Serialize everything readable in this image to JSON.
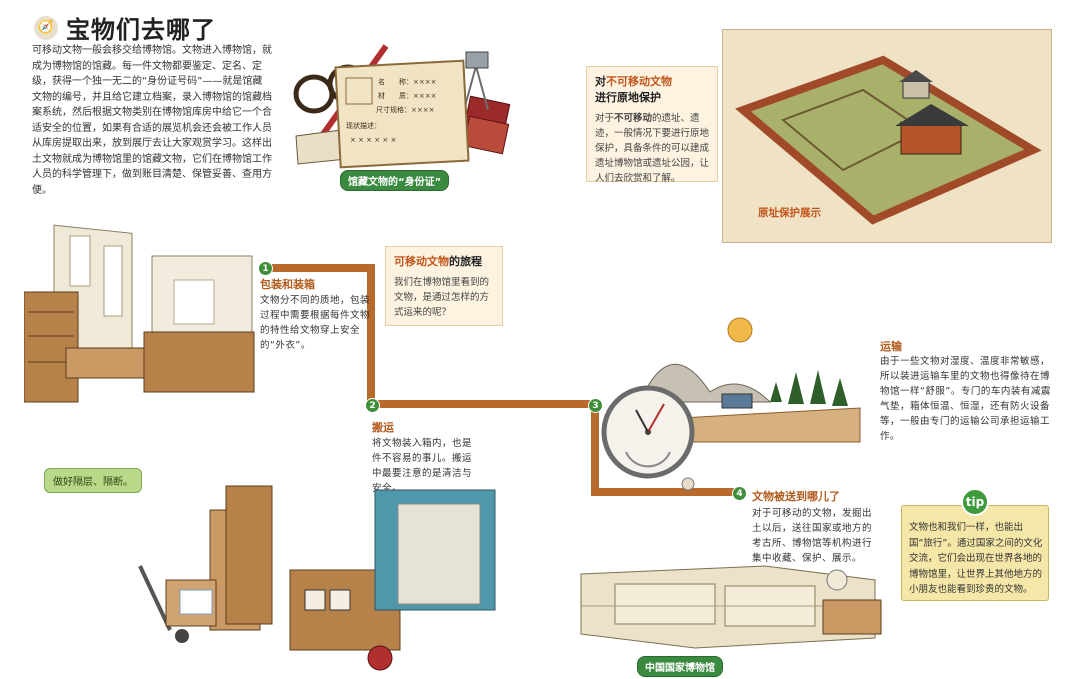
{
  "header": {
    "title": "宝物们去哪了",
    "intro": "可移动文物一般会移交给博物馆。文物进入博物馆，就成为博物馆的馆藏。每一件文物都要鉴定、定名、定级，获得一个独一无二的“身份证号码”——就是馆藏文物的编号，并且给它建立档案，录入博物馆的馆藏档案系统，然后根据文物类别在博物馆库房中给它一个合适安全的位置，如果有合适的展览机会还会被工作人员从库房提取出来，放到展厅去让大家观赏学习。这样出土文物就成为博物馆里的馆藏文物，它们在博物馆工作人员的科学管理下，做到账目清楚、保管妥善、查用方便。"
  },
  "id_card": {
    "caption": "馆藏文物的“身份证”",
    "fields": [
      "名　　称：××××",
      "材　　质：××××",
      "尺寸规格：××××",
      "现状描述："
    ],
    "marks": "× × × × × ×"
  },
  "immovable": {
    "title_prefix": "对",
    "title_highlight": "不可移动文物",
    "title_suffix": "进行原地保护",
    "text_pre": "对于",
    "text_bold": "不可移动",
    "text_post": "的遗址、遗迹，一般情况下要进行原地保护，具备条件的可以建成遗址博物馆或遗址公园，让人们去欣赏和了解。",
    "caption": "原址保护展示"
  },
  "journey": {
    "title_highlight": "可移动文物",
    "title_suffix": "的旅程",
    "text": "我们在博物馆里看到的文物，是通过怎样的方式运来的呢？"
  },
  "steps": [
    {
      "num": "1",
      "title": "包装和装箱",
      "text": "文物分不同的质地，包装过程中需要根据每件文物的特性给文物穿上安全的“外衣”。"
    },
    {
      "num": "2",
      "title": "搬运",
      "text": "将文物装入箱内，也是件不容易的事儿。搬运中最要注意的是清洁与安全。"
    },
    {
      "num": "3",
      "title": "运输",
      "text": "由于一些文物对湿度、温度非常敏感，所以装进运输车里的文物也得像待在博物馆一样“舒服”。专门的车内装有减震气垫，箱体恒温、恒湿，还有防火设备等，一般由专门的运输公司承担运输工作。"
    },
    {
      "num": "4",
      "title": "文物被送到哪儿了",
      "text": "对于可移动的文物，发掘出土以后，送往国家或地方的考古所、博物馆等机构进行集中收藏、保护、展示。"
    }
  ],
  "bubble": "做好隔层、隔断。",
  "museum_caption": "中国国家博物馆",
  "tip": {
    "badge": "tip",
    "text": "文物也和我们一样，也能出国“旅行”。通过国家之间的文化交流，它们会出现在世界各地的博物馆里，让世界上其他地方的小朋友也能看到珍贵的文物。"
  },
  "colors": {
    "path": "#b8692c",
    "accent": "#c1561c",
    "green": "#3a8a40",
    "tip_bg": "#f5e7a8"
  }
}
